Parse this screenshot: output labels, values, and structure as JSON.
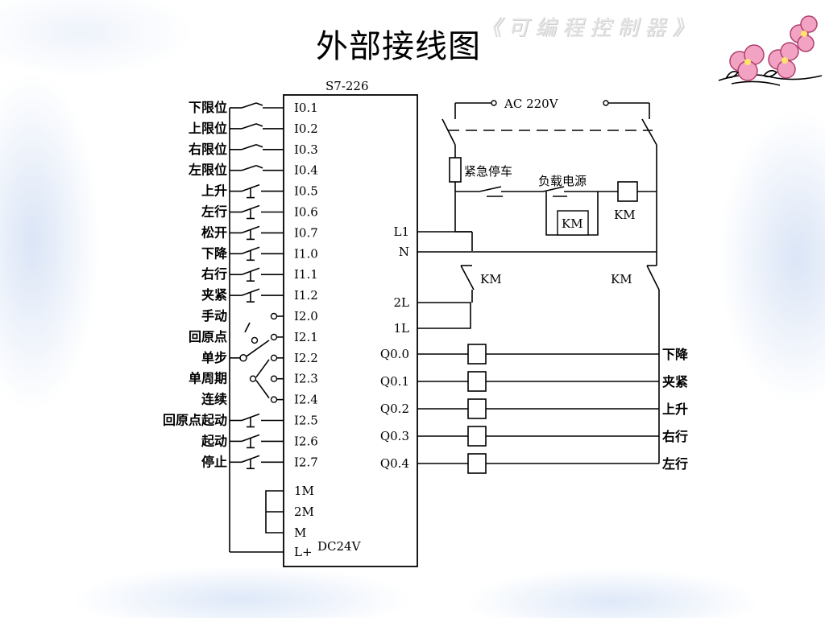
{
  "slide": {
    "title": "外部接线图",
    "header_tag": "《可编程控制器》"
  },
  "plc": {
    "model": "S7-226",
    "inputs": [
      {
        "label": "下限位",
        "pin": "I0.1"
      },
      {
        "label": "上限位",
        "pin": "I0.2"
      },
      {
        "label": "右限位",
        "pin": "I0.3"
      },
      {
        "label": "左限位",
        "pin": "I0.4"
      },
      {
        "label": "上升",
        "pin": "I0.5"
      },
      {
        "label": "左行",
        "pin": "I0.6"
      },
      {
        "label": "松开",
        "pin": "I0.7"
      },
      {
        "label": "下降",
        "pin": "I1.0"
      },
      {
        "label": "右行",
        "pin": "I1.1"
      },
      {
        "label": "夹紧",
        "pin": "I1.2"
      },
      {
        "label": "手动",
        "pin": "I2.0"
      },
      {
        "label": "回原点",
        "pin": "I2.1"
      },
      {
        "label": "单步",
        "pin": "I2.2"
      },
      {
        "label": "单周期",
        "pin": "I2.3"
      },
      {
        "label": "连续",
        "pin": "I2.4"
      },
      {
        "label": "回原点起动",
        "pin": "I2.5"
      },
      {
        "label": "起动",
        "pin": "I2.6"
      },
      {
        "label": "停止",
        "pin": "I2.7"
      }
    ],
    "bottom_pins": [
      "1M",
      "2M",
      "M",
      "L+"
    ],
    "power_label": "DC24V",
    "right_pins": [
      "L1",
      "N",
      "2L",
      "1L"
    ],
    "outputs": [
      {
        "pin": "Q0.0",
        "label": "下降"
      },
      {
        "pin": "Q0.1",
        "label": "夹紧"
      },
      {
        "pin": "Q0.2",
        "label": "上升"
      },
      {
        "pin": "Q0.3",
        "label": "右行"
      },
      {
        "pin": "Q0.4",
        "label": "左行"
      }
    ]
  },
  "power_circuit": {
    "supply": "AC 220V",
    "emergency_stop": "紧急停车",
    "load_power": "负载电源",
    "contactor": "KM",
    "contact_labels": [
      "KM",
      "KM",
      "KM"
    ]
  }
}
